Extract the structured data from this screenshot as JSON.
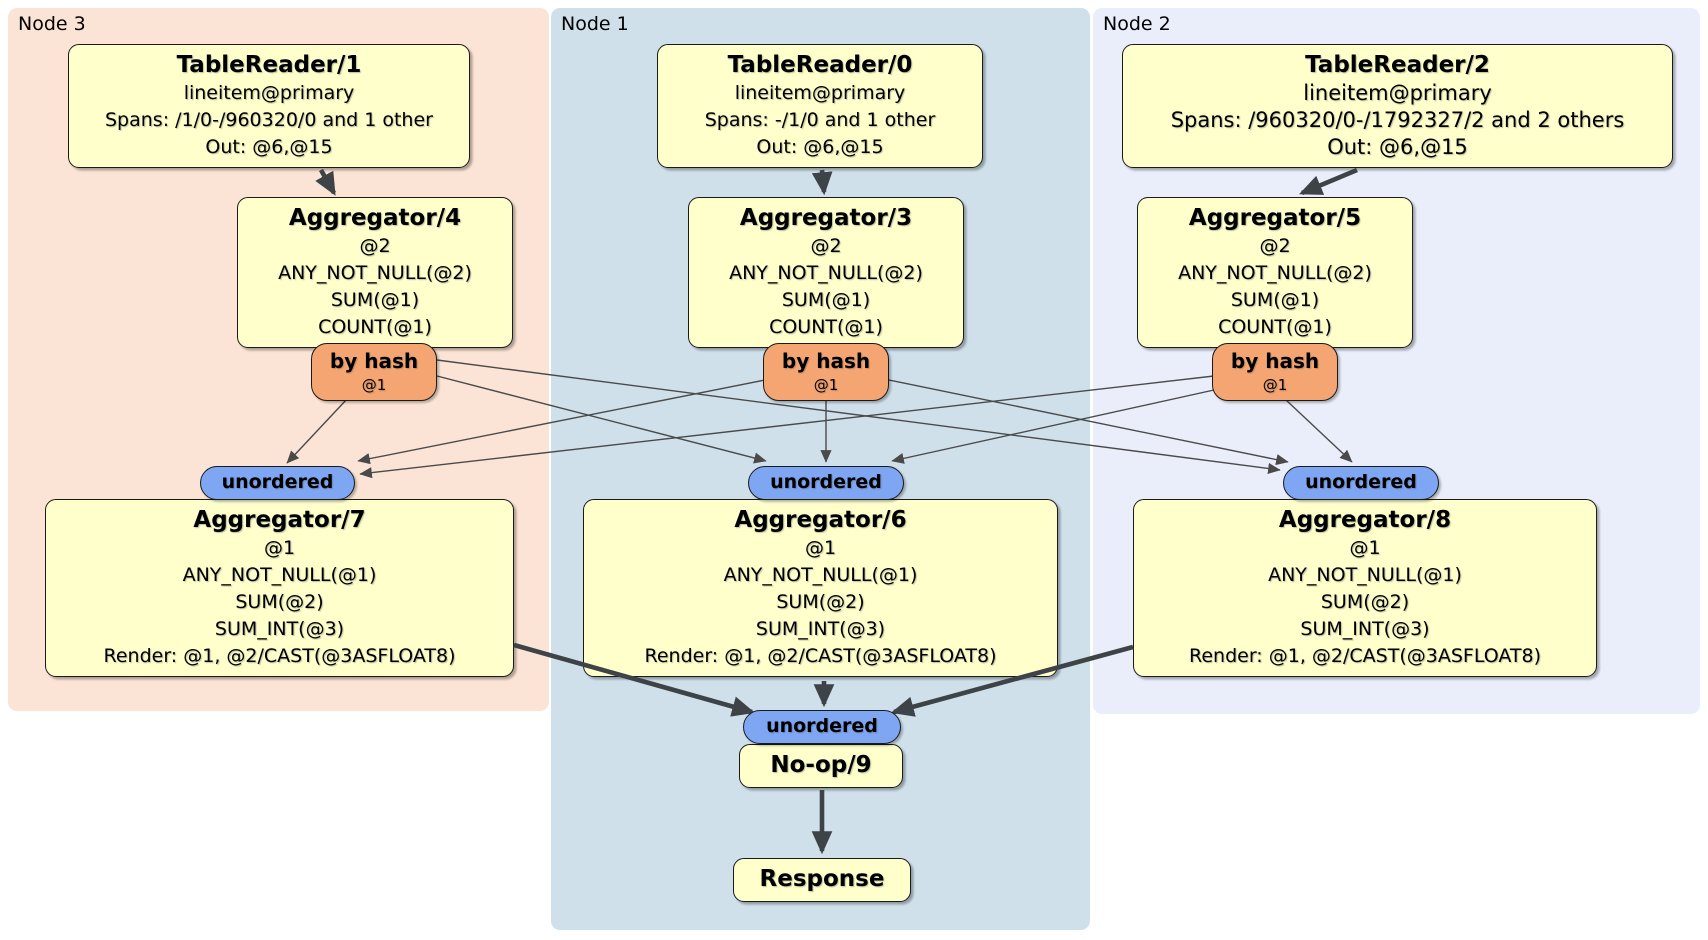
{
  "panels": [
    {
      "id": "node3",
      "label": "Node 3"
    },
    {
      "id": "node1",
      "label": "Node 1"
    },
    {
      "id": "node2",
      "label": "Node 2"
    }
  ],
  "processors": {
    "tr1": {
      "title": "TableReader/1",
      "rows": [
        "lineitem@primary",
        "Spans: /1/0-/960320/0 and 1 other",
        "Out: @6,@15"
      ]
    },
    "tr0": {
      "title": "TableReader/0",
      "rows": [
        "lineitem@primary",
        "Spans: -/1/0 and 1 other",
        "Out: @6,@15"
      ]
    },
    "tr2": {
      "title": "TableReader/2",
      "rows": [
        "lineitem@primary",
        "Spans: /960320/0-/1792327/2 and 2 others",
        "Out: @6,@15"
      ]
    },
    "agg4": {
      "title": "Aggregator/4",
      "rows": [
        "@2",
        "ANY_NOT_NULL(@2)",
        "SUM(@1)",
        "COUNT(@1)"
      ]
    },
    "agg3": {
      "title": "Aggregator/3",
      "rows": [
        "@2",
        "ANY_NOT_NULL(@2)",
        "SUM(@1)",
        "COUNT(@1)"
      ]
    },
    "agg5": {
      "title": "Aggregator/5",
      "rows": [
        "@2",
        "ANY_NOT_NULL(@2)",
        "SUM(@1)",
        "COUNT(@1)"
      ]
    },
    "agg7": {
      "title": "Aggregator/7",
      "rows": [
        "@1",
        "ANY_NOT_NULL(@1)",
        "SUM(@2)",
        "SUM_INT(@3)",
        "Render: @1, @2/CAST(@3ASFLOAT8)"
      ]
    },
    "agg6": {
      "title": "Aggregator/6",
      "rows": [
        "@1",
        "ANY_NOT_NULL(@1)",
        "SUM(@2)",
        "SUM_INT(@3)",
        "Render: @1, @2/CAST(@3ASFLOAT8)"
      ]
    },
    "agg8": {
      "title": "Aggregator/8",
      "rows": [
        "@1",
        "ANY_NOT_NULL(@1)",
        "SUM(@2)",
        "SUM_INT(@3)",
        "Render: @1, @2/CAST(@3ASFLOAT8)"
      ]
    },
    "noop": {
      "title": "No-op/9"
    },
    "response": {
      "title": "Response"
    }
  },
  "routers": {
    "byhash_node3": {
      "label": "by hash",
      "detail": "@1"
    },
    "byhash_node1": {
      "label": "by hash",
      "detail": "@1"
    },
    "byhash_node2": {
      "label": "by hash",
      "detail": "@1"
    }
  },
  "syncs": {
    "unordered_node3": {
      "label": "unordered"
    },
    "unordered_node1": {
      "label": "unordered"
    },
    "unordered_node2": {
      "label": "unordered"
    },
    "unordered_final": {
      "label": "unordered"
    }
  },
  "colors": {
    "panel_node3_bg": "#fbe4d5",
    "panel_node1_bg": "#cfe0eb",
    "panel_node2_bg": "#e9eefa",
    "processor_bg": "#ffffcc",
    "router_bg": "#f5a571",
    "sync_bg": "#7ea6f2",
    "edge_thin": "#4a4a4a",
    "edge_thick": "#3e4347"
  }
}
